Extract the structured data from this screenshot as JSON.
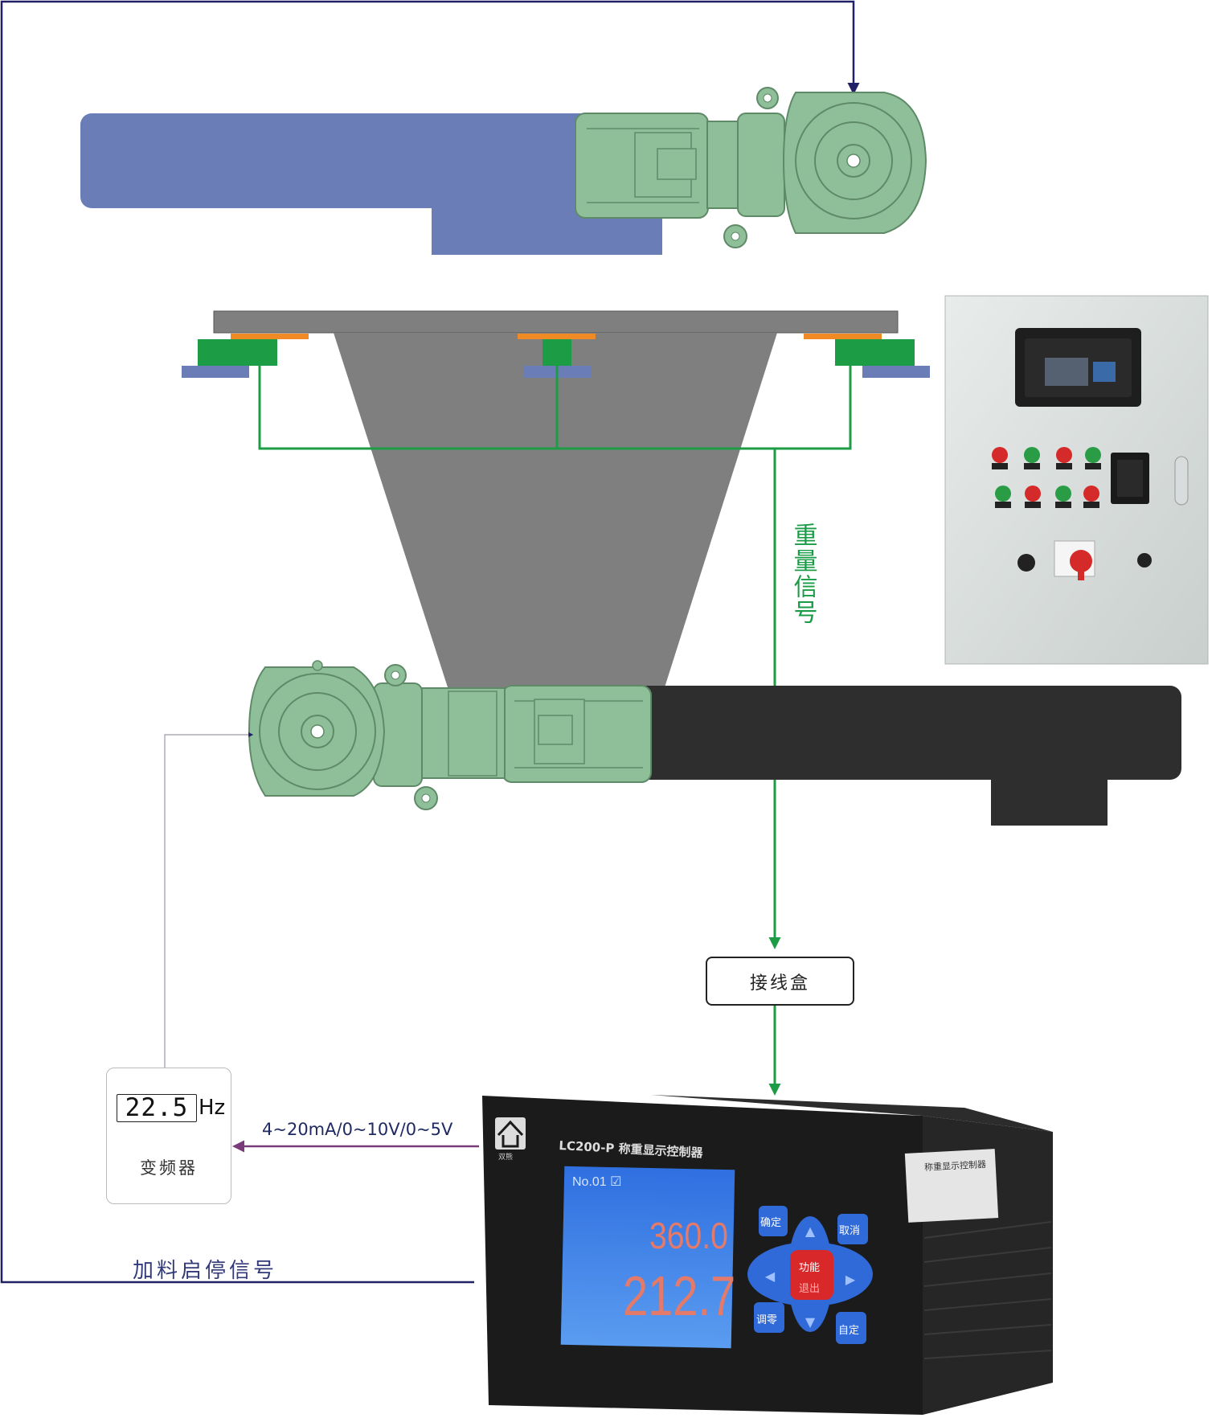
{
  "labels": {
    "weight_signal": "重量信号",
    "junction_box": "接线盒",
    "output_signal": "4~20mA/0~10V/0~5V",
    "vfd_name": "变频器",
    "vfd_value": "22.5",
    "vfd_unit": "Hz",
    "start_stop_signal": "加料启停信号"
  },
  "controller": {
    "model_title": "LC200-P 称重显示控制器",
    "brand": "双熊",
    "lcd_header": "No.01 ☑",
    "lcd_value_top": "360.0",
    "lcd_value_bottom": "212.7",
    "buttons": {
      "confirm": "确定",
      "cancel": "取消",
      "function": "功能",
      "zero": "调零",
      "custom": "自定",
      "exit": "退出"
    },
    "side_label": "称重显示控制器"
  },
  "colors": {
    "top_conveyor": "#6b7db6",
    "bottom_conveyor": "#2e2e2e",
    "motor": "#8fbf98",
    "hopper": "#7f7f7f",
    "load_cell": "#1d9c46",
    "signal_line": "#1d9c46",
    "control_line": "#202066",
    "analog_line": "#7a3b7a",
    "lcd_screen": "#3a7de0"
  }
}
